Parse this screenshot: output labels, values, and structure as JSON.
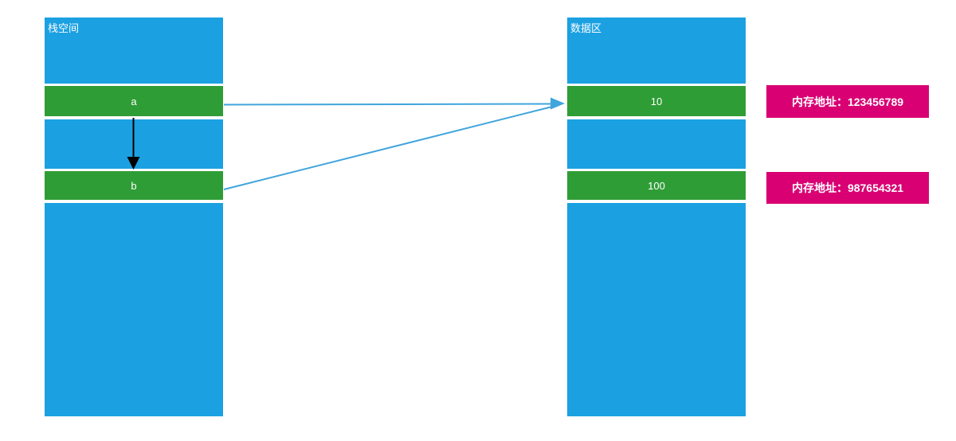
{
  "stack": {
    "title": "栈空间",
    "cells": [
      {
        "label": "a"
      },
      {
        "label": "b"
      }
    ]
  },
  "data_area": {
    "title": "数据区",
    "cells": [
      {
        "label": "10"
      },
      {
        "label": "100"
      }
    ]
  },
  "addresses": [
    {
      "text": "内存地址：123456789"
    },
    {
      "text": "内存地址：987654321"
    }
  ],
  "colors": {
    "block_blue": "#1BA1E2",
    "cell_green": "#2F9D36",
    "address_pink": "#D80073",
    "arrow_blue": "#41A5DC",
    "arrow_black": "#000000"
  }
}
